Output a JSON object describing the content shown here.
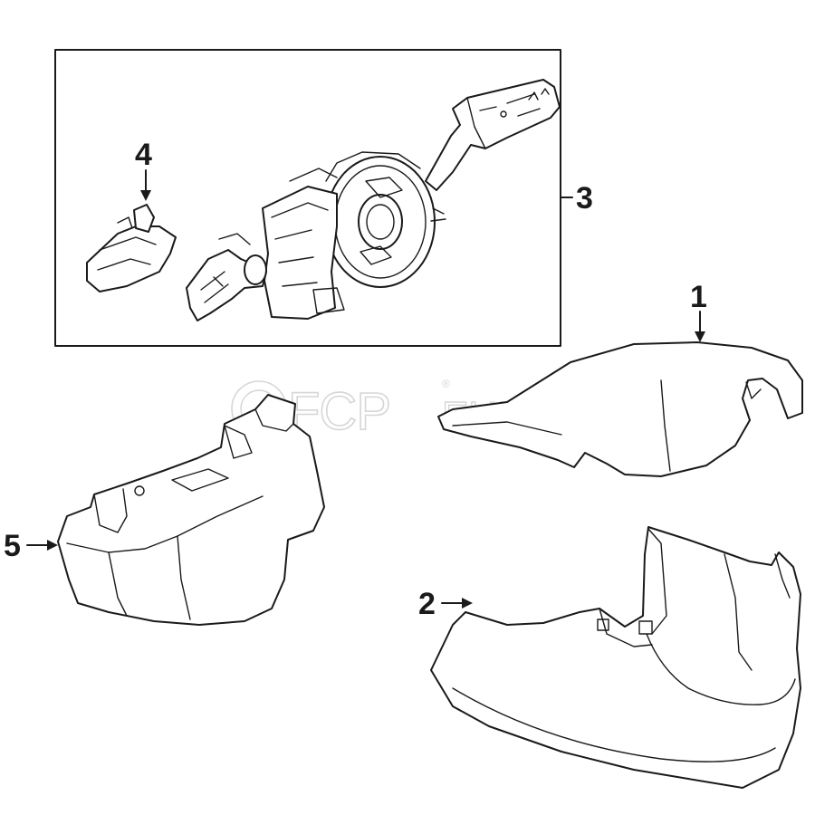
{
  "watermark": {
    "main": "FCP",
    "suffix": "EURO",
    "mark": "®"
  },
  "callouts": [
    {
      "id": "1",
      "label": "1"
    },
    {
      "id": "2",
      "label": "2"
    },
    {
      "id": "3",
      "label": "3"
    },
    {
      "id": "4",
      "label": "4"
    },
    {
      "id": "5",
      "label": "5"
    }
  ]
}
